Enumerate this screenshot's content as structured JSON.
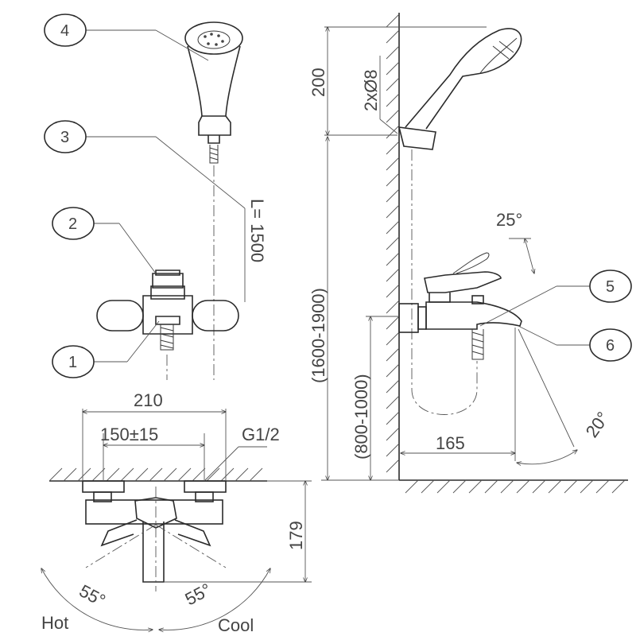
{
  "callouts": [
    "1",
    "2",
    "3",
    "4",
    "5",
    "6"
  ],
  "dimensions": {
    "shower_height": "200",
    "holes": "2xØ8",
    "hose_length": "L= 1500",
    "mount_height": "(1600-1900)",
    "spout_height": "(800-1000)",
    "spout_reach": "165",
    "spout_angle": "20°",
    "lever_angle": "25°",
    "width_total": "210",
    "center_spacing": "150±15",
    "thread": "G1/2",
    "depth": "179",
    "hot_angle": "55°",
    "cool_angle": "55°"
  },
  "labels": {
    "hot": "Hot",
    "cool": "Cool"
  }
}
